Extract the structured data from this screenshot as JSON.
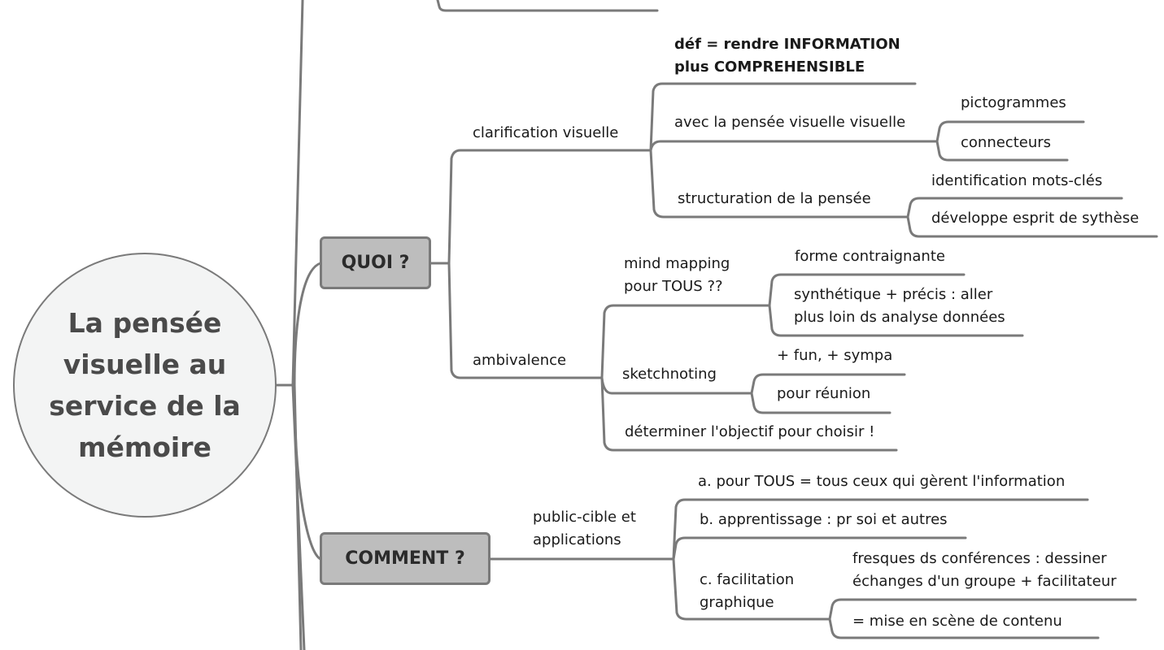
{
  "central_topic": "La pensée\nvisuelle au\nservice de la\nmémoire",
  "branches": {
    "quoi": {
      "label": "QUOI ?",
      "children": {
        "clarification": {
          "label": "clarification visuelle",
          "children": {
            "definition": "déf = rendre INFORMATION\nplus COMPREHENSIBLE",
            "pensee_visuelle": {
              "label": "avec la pensée visuelle visuelle",
              "children": [
                "pictogrammes",
                "connecteurs"
              ]
            },
            "structuration": {
              "label": "structuration de la pensée",
              "children": [
                "identification mots-clés",
                "développe esprit de sythèse"
              ]
            }
          }
        },
        "ambivalence": {
          "label": "ambivalence",
          "children": {
            "mind_mapping": {
              "label": "mind mapping\npour TOUS ??",
              "children": [
                "forme contraignante",
                "synthétique + précis : aller\nplus loin ds analyse données"
              ]
            },
            "sketchnoting": {
              "label": "sketchnoting",
              "children": [
                "+ fun, + sympa",
                "pour réunion"
              ]
            },
            "objectif": "déterminer l'objectif pour choisir !"
          }
        }
      }
    },
    "comment": {
      "label": "COMMENT ?",
      "children": {
        "public": {
          "label": "public-cible et\napplications",
          "children": {
            "a": "a. pour TOUS = tous ceux qui gèrent l'information",
            "b": "b. apprentissage : pr soi et autres",
            "c": {
              "label": "c. facilitation\ngraphique",
              "children": [
                "fresques ds conférences : dessiner\néchanges d'un groupe + facilitateur",
                "= mise en scène de contenu"
              ]
            }
          }
        }
      }
    }
  }
}
